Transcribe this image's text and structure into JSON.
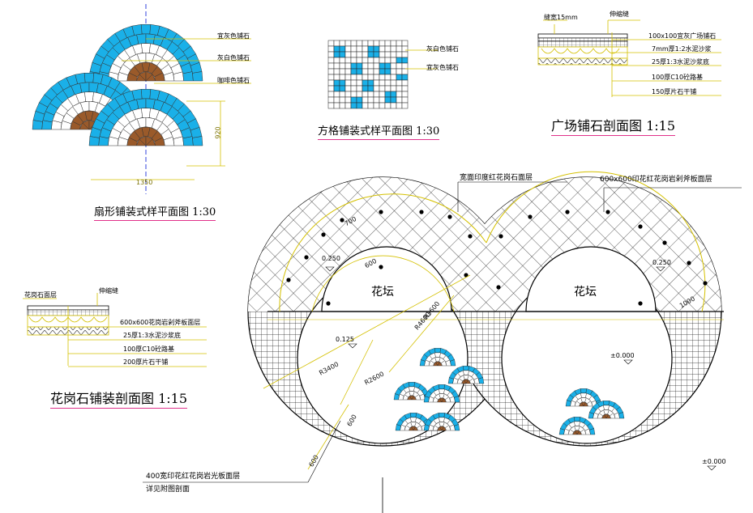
{
  "fan_plan": {
    "title": "扇形铺装式样平面图  1:30",
    "labels": [
      "宜灰色铺石",
      "灰白色铺石",
      "咖啡色铺石"
    ],
    "dim_width": "1350",
    "dim_height": "920"
  },
  "grid_plan": {
    "title": "方格铺装式样平面图  1:30",
    "labels": [
      "灰白色铺石",
      "宜灰色铺石"
    ]
  },
  "plaza_section": {
    "title": "广场铺石剖面图   1:15",
    "top_labels": [
      "缝宽15mm",
      "伸缩缝"
    ],
    "layers": [
      "100x100宜灰广场铺石",
      "7mm厚1:2水泥沙浆",
      "25厚1:3水泥沙浆底",
      "100厚C10砼路基",
      "150厚片石干铺"
    ]
  },
  "granite_section": {
    "title": "花岗石铺装剖面图   1:15",
    "top_labels": [
      "花岗石面层",
      "伸缩缝"
    ],
    "layers": [
      "600x600花岗岩剁斧板面层",
      "25厚1:3水泥沙浆底",
      "100厚C10砼路基",
      "200厚片石干铺"
    ]
  },
  "main_plan": {
    "callouts": [
      "宽面印度红花岗石面层",
      "600x600印花红花岗岩剁斧板面层"
    ],
    "bed_labels": [
      "花坛",
      "花坛"
    ],
    "levels": [
      "0.250",
      "0.250",
      "0.125",
      "±0.000",
      "±0.000"
    ],
    "radii": [
      "R3400",
      "R2600",
      "R4600",
      "R3600"
    ],
    "dims": [
      "700",
      "600",
      "1000",
      "600",
      "600"
    ],
    "bottom_note": [
      "400宽印花红花岗岩光板面层",
      "详见附图剖面"
    ]
  }
}
